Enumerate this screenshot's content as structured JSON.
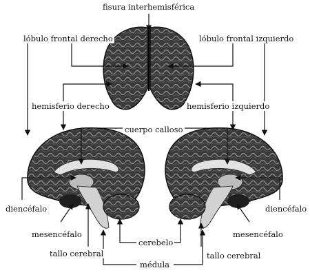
{
  "labels": {
    "fissure": "fisura interhemisférica",
    "frontal_right": "lóbulo frontal derecho",
    "frontal_left": "lóbulo frontal izquierdo",
    "hemi_right": "hemisferio derecho",
    "hemi_left": "hemisferio izquierdo",
    "corpus": "cuerpo calloso",
    "dien_left": "diencéfalo",
    "dien_right": "diencéfalo",
    "mes_left": "mesencéfalo",
    "mes_right": "mesencéfalo",
    "brainstem_left": "tallo cerebral",
    "brainstem_right": "tallo cerebral",
    "cerebellum": "cerebelo",
    "medulla": "médula"
  },
  "colors": {
    "ink": "#111111",
    "cortex": "#2b2b2b",
    "gyrus": "#6a6a6a",
    "stem": "#c9c9c9",
    "paper": "#ffffff"
  }
}
